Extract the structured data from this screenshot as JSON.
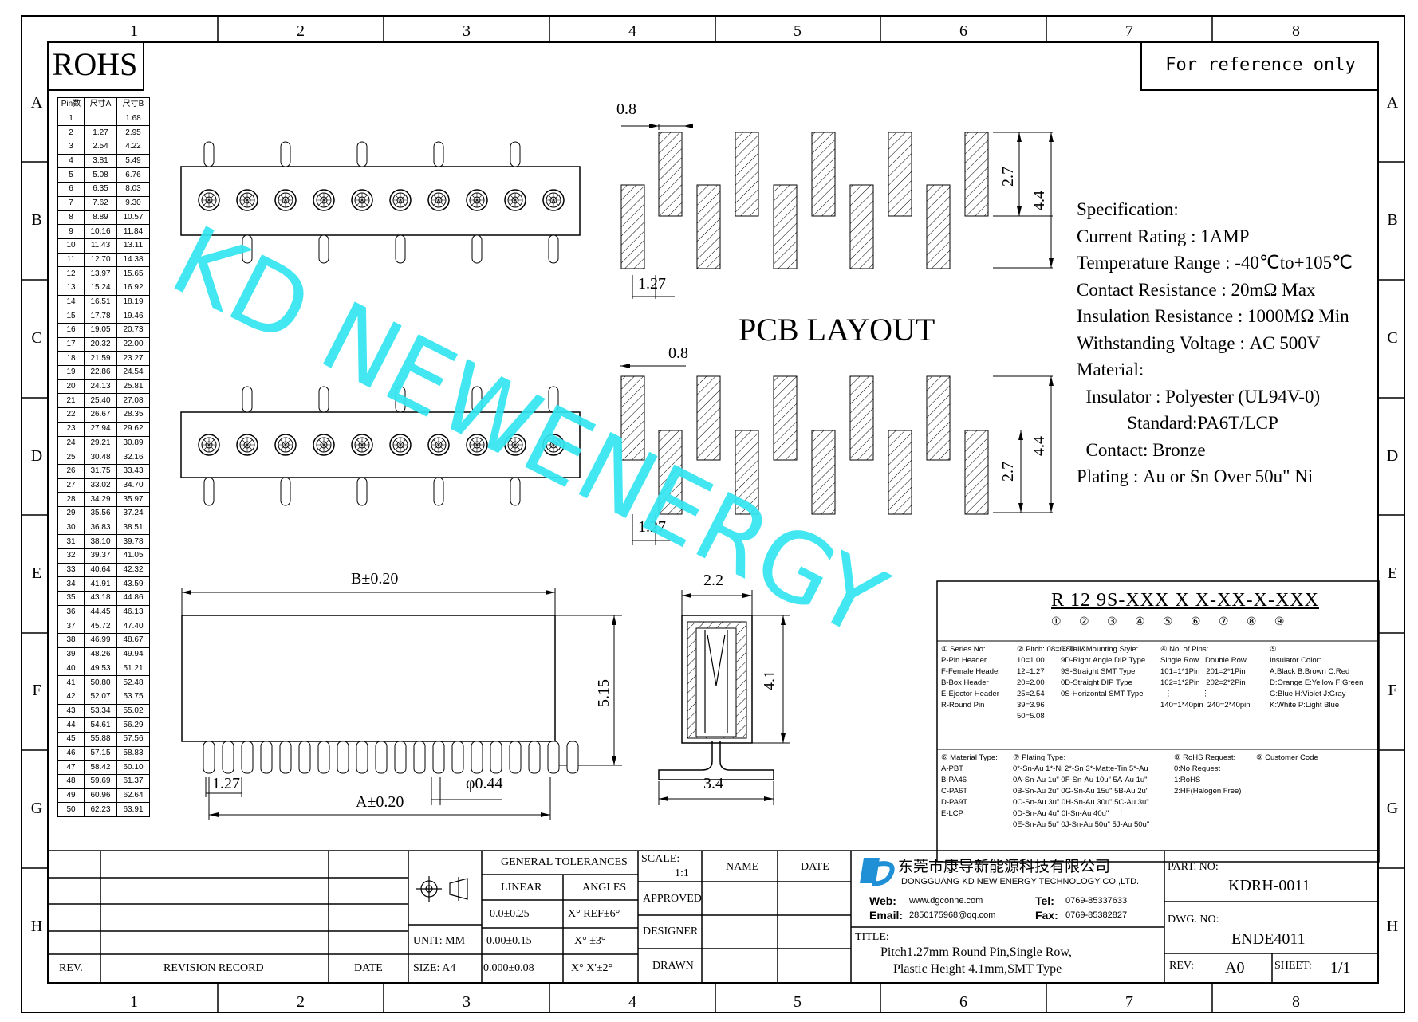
{
  "zones": {
    "cols": [
      "1",
      "2",
      "3",
      "4",
      "5",
      "6",
      "7",
      "8"
    ],
    "rows": [
      "A",
      "B",
      "C",
      "D",
      "E",
      "F",
      "G",
      "H"
    ]
  },
  "rohs": "ROHS",
  "reference": "For reference only",
  "pin_table": {
    "headers": [
      "Pin数",
      "尺寸A",
      "尺寸B"
    ],
    "rows": [
      [
        "1",
        "",
        "1.68"
      ],
      [
        "2",
        "1.27",
        "2.95"
      ],
      [
        "3",
        "2.54",
        "4.22"
      ],
      [
        "4",
        "3.81",
        "5.49"
      ],
      [
        "5",
        "5.08",
        "6.76"
      ],
      [
        "6",
        "6.35",
        "8.03"
      ],
      [
        "7",
        "7.62",
        "9.30"
      ],
      [
        "8",
        "8.89",
        "10.57"
      ],
      [
        "9",
        "10.16",
        "11.84"
      ],
      [
        "10",
        "11.43",
        "13.11"
      ],
      [
        "11",
        "12.70",
        "14.38"
      ],
      [
        "12",
        "13.97",
        "15.65"
      ],
      [
        "13",
        "15.24",
        "16.92"
      ],
      [
        "14",
        "16.51",
        "18.19"
      ],
      [
        "15",
        "17.78",
        "19.46"
      ],
      [
        "16",
        "19.05",
        "20.73"
      ],
      [
        "17",
        "20.32",
        "22.00"
      ],
      [
        "18",
        "21.59",
        "23.27"
      ],
      [
        "19",
        "22.86",
        "24.54"
      ],
      [
        "20",
        "24.13",
        "25.81"
      ],
      [
        "21",
        "25.40",
        "27.08"
      ],
      [
        "22",
        "26.67",
        "28.35"
      ],
      [
        "23",
        "27.94",
        "29.62"
      ],
      [
        "24",
        "29.21",
        "30.89"
      ],
      [
        "25",
        "30.48",
        "32.16"
      ],
      [
        "26",
        "31.75",
        "33.43"
      ],
      [
        "27",
        "33.02",
        "34.70"
      ],
      [
        "28",
        "34.29",
        "35.97"
      ],
      [
        "29",
        "35.56",
        "37.24"
      ],
      [
        "30",
        "36.83",
        "38.51"
      ],
      [
        "31",
        "38.10",
        "39.78"
      ],
      [
        "32",
        "39.37",
        "41.05"
      ],
      [
        "33",
        "40.64",
        "42.32"
      ],
      [
        "34",
        "41.91",
        "43.59"
      ],
      [
        "35",
        "43.18",
        "44.86"
      ],
      [
        "36",
        "44.45",
        "46.13"
      ],
      [
        "37",
        "45.72",
        "47.40"
      ],
      [
        "38",
        "46.99",
        "48.67"
      ],
      [
        "39",
        "48.26",
        "49.94"
      ],
      [
        "40",
        "49.53",
        "51.21"
      ],
      [
        "41",
        "50.80",
        "52.48"
      ],
      [
        "42",
        "52.07",
        "53.75"
      ],
      [
        "43",
        "53.34",
        "55.02"
      ],
      [
        "44",
        "54.61",
        "56.29"
      ],
      [
        "45",
        "55.88",
        "57.56"
      ],
      [
        "46",
        "57.15",
        "58.83"
      ],
      [
        "47",
        "58.42",
        "60.10"
      ],
      [
        "48",
        "59.69",
        "61.37"
      ],
      [
        "49",
        "60.96",
        "62.64"
      ],
      [
        "50",
        "62.23",
        "63.91"
      ]
    ]
  },
  "dims": {
    "pad_w": "0.8",
    "pad_h": "2.7",
    "pad_span": "4.4",
    "pitch": "1.27",
    "pcb_layout": "PCB LAYOUT",
    "b_tol": "B±0.20",
    "a_tol": "A±0.20",
    "height": "5.15",
    "pitch2": "1.27",
    "pin_dia": "φ0.44",
    "side_w": "2.2",
    "side_h": "4.1",
    "side_base": "3.4"
  },
  "spec": {
    "lines": [
      "Specification:",
      "Current Rating : 1AMP",
      "Temperature Range : -40℃to+105℃",
      "Contact Resistance : 20mΩ Max",
      "Insulation Resistance : 1000MΩ Min",
      "Withstanding Voltage : AC 500V",
      "Material:",
      "  Insulator : Polyester (UL94V-0)",
      "           Standard:PA6T/LCP",
      "  Contact: Bronze",
      "Plating : Au or Sn Over 50u\" Ni"
    ]
  },
  "part_code": {
    "code": [
      "R",
      "12",
      "9S-XXX",
      "X",
      "X",
      "-XX",
      "-X",
      "-XXX"
    ],
    "circles": [
      "①",
      "②",
      "③",
      "④",
      "⑤",
      "⑥",
      "⑦",
      "⑧",
      "⑨"
    ],
    "series": [
      "① Series No:",
      "P-Pin Header",
      "F-Female Header",
      "B-Box Header",
      "E-Ejector Header",
      "R-Round Pin"
    ],
    "pitch": [
      "② Pitch: 08=0.80",
      "10=1.00",
      "12=1.27",
      "20=2.00",
      "25=2.54",
      "39=3.96",
      "50=5.08"
    ],
    "tail": [
      "③ Tail&Mounting Style:",
      "9D-Right Angle DIP Type",
      "9S-Straight SMT Type",
      "0D-Straight DIP Type",
      "0S-Horizontal SMT Type"
    ],
    "pins": [
      "④ No. of Pins:",
      "Single Row   Double Row",
      "101=1*1Pin   201=2*1Pin",
      "102=1*2Pin   202=2*2Pin",
      "  ⋮              ⋮",
      "140=1*40pin  240=2*40pin"
    ],
    "color": [
      "⑤",
      "Insulator Color:",
      "A:Black B:Brown C:Red",
      "D:Orange E:Yellow F:Green",
      "G:Blue H:Violet J:Gray",
      "K:White P:Light Blue"
    ],
    "material": [
      "⑥ Material Type:",
      "A-PBT",
      "B-PA46",
      "C-PA6T",
      "D-PA9T",
      "E-LCP"
    ],
    "plating": [
      "⑦ Plating Type:",
      "0*-Sn-Au 1*-Ni 2*-Sn 3*-Matte-Tin 5*-Au",
      "0A-Sn-Au 1u\" 0F-Sn-Au 10u\" 5A-Au 1u\"",
      "0B-Sn-Au 2u\" 0G-Sn-Au 15u\" 5B-Au 2u\"",
      "0C-Sn-Au 3u\" 0H-Sn-Au 30u\" 5C-Au 3u\"",
      "0D-Sn-Au 4u\" 0I-Sn-Au 40u\"    ⋮",
      "0E-Sn-Au 5u\" 0J-Sn-Au 50u\" 5J-Au 50u\""
    ],
    "rohs_req": [
      "⑧ RoHS Request:",
      "0:No Request",
      "1:RoHS",
      "2:HF(Halogen Free)"
    ],
    "customer": [
      "⑨ Customer Code"
    ]
  },
  "watermark": "KD NEWENERGY",
  "title_block": {
    "general_tolerances": "GENERAL TOLERANCES",
    "linear": "LINEAR",
    "angles": "ANGLES",
    "lin1": "0.0±0.25",
    "lin2": "0.00±0.15",
    "lin3": "0.000±0.08",
    "ang1": "X° REF±6°",
    "ang2": "X° ±3°",
    "ang3": "X° X'±2°",
    "unit": "UNIT: MM",
    "size": "SIZE: A4",
    "scale_label": "SCALE:",
    "scale": "1:1",
    "name": "NAME",
    "date_h": "DATE",
    "approved": "APPROVED",
    "designer": "DESIGNER",
    "drawn": "DRAWN",
    "rev_h": "REV.",
    "revision_record": "REVISION RECORD",
    "date": "DATE",
    "company_cn": "东莞市康导新能源科技有限公司",
    "company_en": "DONGGUANG KD NEW ENERGY TECHNOLOGY CO.,LTD.",
    "web_label": "Web:",
    "web": "www.dgconne.com",
    "tel_label": "Tel:",
    "tel": "0769-85337633",
    "email_label": "Email:",
    "email": "2850175968@qq.com",
    "fax_label": "Fax:",
    "fax": "0769-85382827",
    "title_label": "TITLE:",
    "title_1": "Pitch1.27mm Round Pin,Single Row,",
    "title_2": "Plastic Height 4.1mm,SMT Type",
    "part_no_label": "PART. NO:",
    "part_no": "KDRH-0011",
    "dwg_no_label": "DWG. NO:",
    "dwg_no": "ENDE4011",
    "rev_label": "REV:",
    "rev": "A0",
    "sheet_label": "SHEET:",
    "sheet": "1/1"
  }
}
